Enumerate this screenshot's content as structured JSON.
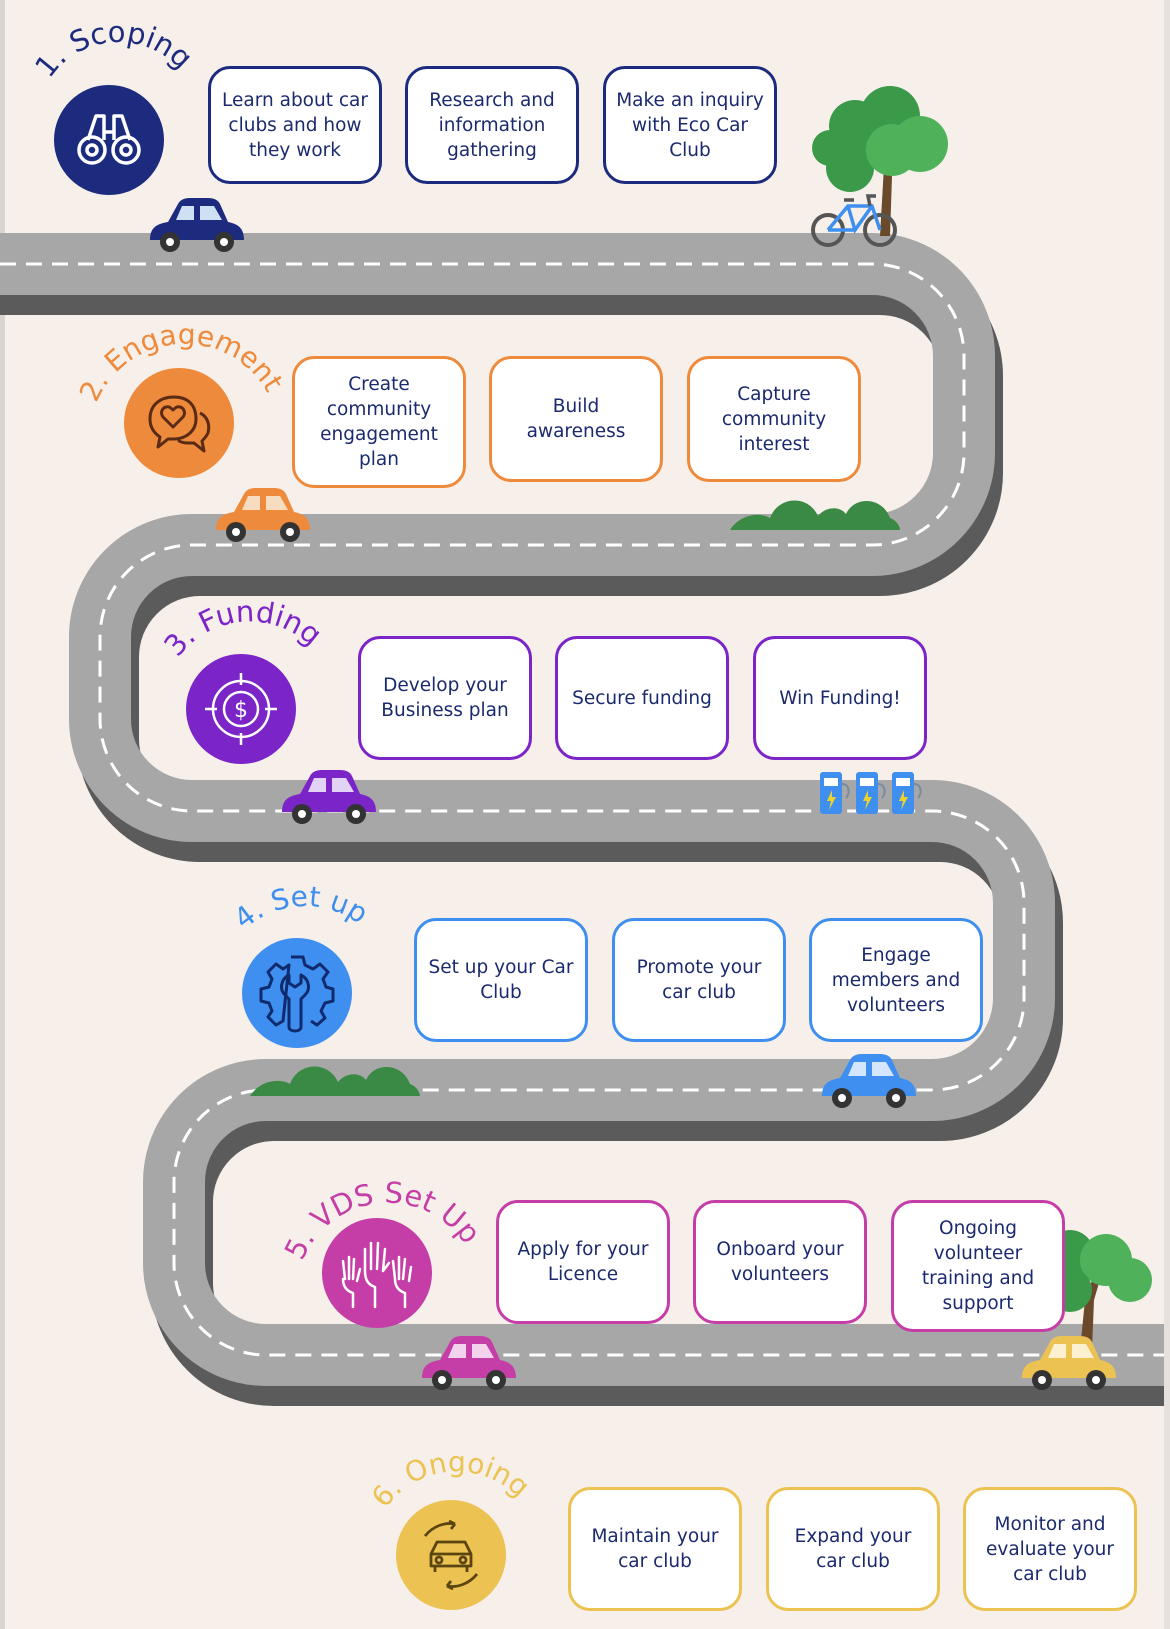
{
  "colors": {
    "background": "#f7efe9",
    "road": "#a7a7a7",
    "road_shadow": "#5b5b5b",
    "scoping": "#1d2b7f",
    "engagement": "#ee8a3c",
    "funding": "#7b24c8",
    "setup": "#3e8ff0",
    "vds": "#c53ea7",
    "ongoing": "#ecc353"
  },
  "stages": [
    {
      "title": "1. Scoping",
      "icon": "binoculars-icon",
      "steps": [
        "Learn about car clubs and how they work",
        "Research and information gathering",
        "Make an inquiry with Eco Car Club"
      ]
    },
    {
      "title": "2. Engagement",
      "icon": "chat-heart-icon",
      "steps": [
        "Create community engagement plan",
        "Build awareness",
        "Capture community interest"
      ]
    },
    {
      "title": "3. Funding",
      "icon": "dollar-target-icon",
      "steps": [
        "Develop your Business plan",
        "Secure funding",
        "Win Funding!"
      ]
    },
    {
      "title": "4. Set up",
      "icon": "gear-wrench-icon",
      "steps": [
        "Set up your Car Club",
        "Promote your car club",
        "Engage members and volunteers"
      ]
    },
    {
      "title": "5. VDS Set Up",
      "icon": "raised-hands-icon",
      "steps": [
        "Apply for your Licence",
        "Onboard your volunteers",
        "Ongoing volunteer training and support"
      ]
    },
    {
      "title": "6. Ongoing",
      "icon": "car-cycle-icon",
      "steps": [
        "Maintain your car club",
        "Expand your car club",
        "Monitor and evaluate your car club"
      ]
    }
  ],
  "decorations": [
    "tree-icon",
    "bicycle-icon",
    "bush-icon",
    "charging-station-icon",
    "car-icon"
  ]
}
